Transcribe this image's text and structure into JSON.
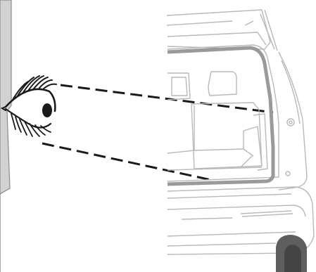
{
  "diagram": {
    "subject": "rear-view-car-trunk-visibility",
    "elements": [
      "side-panel",
      "eye-icon",
      "sight-line-upper",
      "sight-line-lower",
      "car-rear",
      "tailgate",
      "trunk-compartment",
      "trunk-seal-highlight",
      "rear-bumper",
      "rear-wheel"
    ],
    "colors": {
      "line": "#555555",
      "outline": "#b9b9b9",
      "panel": "#d2d2d2",
      "seal": "#9a9a9a",
      "dark": "#1a1a1a",
      "tire": "#5e5e5e"
    }
  }
}
